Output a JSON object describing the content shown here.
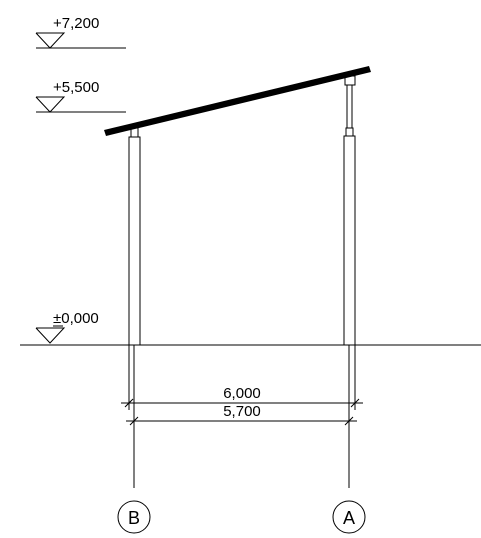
{
  "levels": {
    "top": "+7,200",
    "roof": "+5,500",
    "ground": "±0,000"
  },
  "dimensions": {
    "span_outer": "6,000",
    "span_inner": "5,700"
  },
  "grid_axes": {
    "left": "B",
    "right": "A"
  },
  "colors": {
    "line": "#000000",
    "background": "#ffffff"
  }
}
